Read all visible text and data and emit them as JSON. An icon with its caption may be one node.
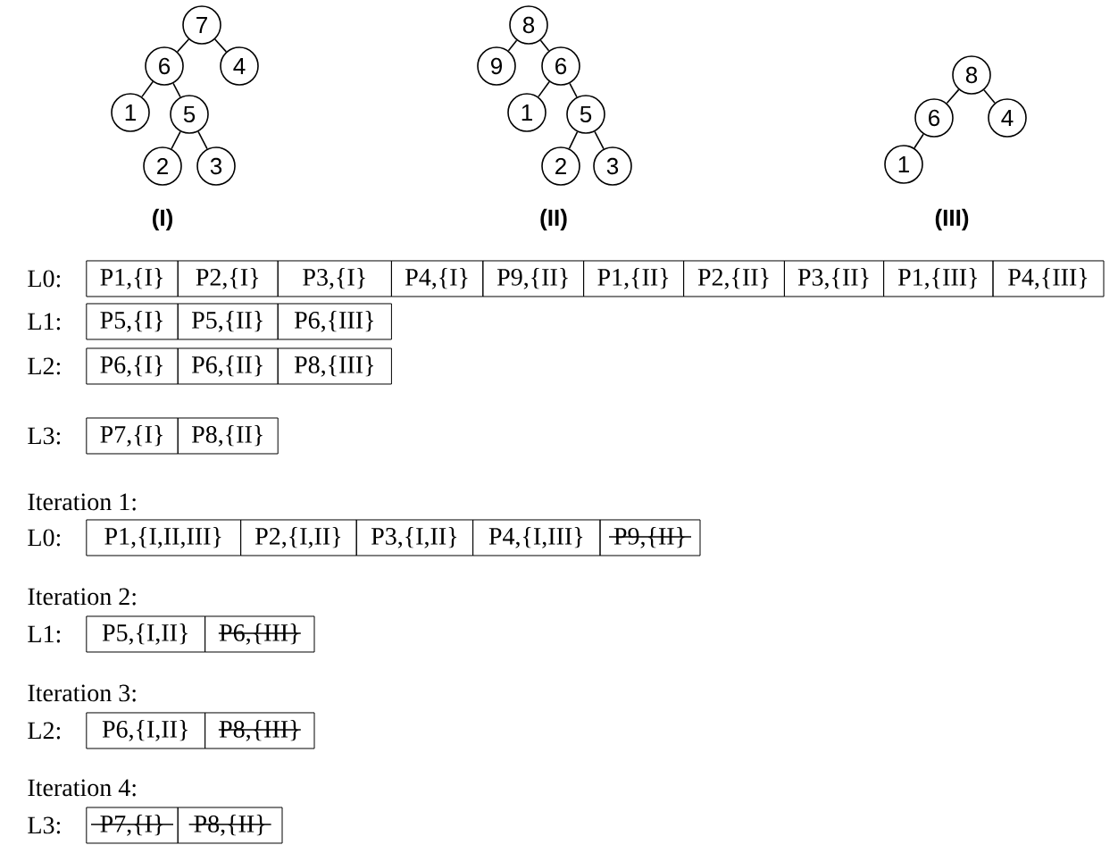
{
  "diagram": {
    "nodes": [
      {
        "text": [
          "7"
        ]
      },
      {
        "text": [
          "6"
        ]
      },
      {
        "text": [
          "4"
        ]
      },
      {
        "text": [
          "1"
        ]
      },
      {
        "text": [
          "5"
        ]
      },
      {
        "text": [
          "2"
        ]
      },
      {
        "text": [
          "3"
        ]
      },
      {
        "text": [
          "8"
        ]
      },
      {
        "text": [
          "9"
        ]
      },
      {
        "text": [
          "6"
        ]
      },
      {
        "text": [
          "1"
        ]
      },
      {
        "text": [
          "5"
        ]
      },
      {
        "text": [
          "2"
        ]
      },
      {
        "text": [
          "3"
        ]
      },
      {
        "text": [
          "8"
        ]
      },
      {
        "text": [
          "6"
        ]
      },
      {
        "text": [
          "4"
        ]
      },
      {
        "text": [
          "1"
        ]
      },
      {
        "text": [
          "P1,{I}"
        ]
      },
      {
        "text": [
          "P2,{I}"
        ]
      },
      {
        "text": [
          "P3,{I}"
        ]
      },
      {
        "text": [
          "P4,{I}"
        ]
      },
      {
        "text": [
          "P9,{II}"
        ]
      },
      {
        "text": [
          "P1,{II}"
        ]
      },
      {
        "text": [
          "P2,{II}"
        ]
      },
      {
        "text": [
          "P3,{II}"
        ]
      },
      {
        "text": [
          "P1,{III}"
        ]
      },
      {
        "text": [
          "P4,{III}"
        ]
      },
      {
        "text": [
          "P5,{I}"
        ]
      },
      {
        "text": [
          "P5,{II}"
        ]
      },
      {
        "text": [
          "P6,{III}"
        ]
      },
      {
        "text": [
          "P6,{I}"
        ]
      },
      {
        "text": [
          "P6,{II}"
        ]
      },
      {
        "text": [
          "P8,{III}"
        ]
      },
      {
        "text": [
          "P7,{I}"
        ]
      },
      {
        "text": [
          "P8,{II}"
        ]
      },
      {
        "text": [
          "P1,{I,II,III}"
        ]
      },
      {
        "text": [
          "P2,{I,II}"
        ]
      },
      {
        "text": [
          "P3,{I,II}"
        ]
      },
      {
        "text": [
          "P4,{I,III}"
        ]
      },
      {
        "text": [
          "P9,{II}"
        ]
      },
      {
        "text": [
          "P5,{I,II}"
        ]
      },
      {
        "text": [
          "P6,{III}"
        ]
      },
      {
        "text": [
          "P6,{I,II}"
        ]
      },
      {
        "text": [
          "P8,{III}"
        ]
      },
      {
        "text": [
          "P7,{I}"
        ]
      },
      {
        "text": [
          "P8,{II}"
        ]
      }
    ],
    "edges": [
      {
        "from": 0,
        "to": 1,
        "arrow": "none"
      },
      {
        "from": 0,
        "to": 2,
        "arrow": "none"
      },
      {
        "from": 1,
        "to": 3,
        "arrow": "none"
      },
      {
        "from": 1,
        "to": 4,
        "arrow": "none"
      },
      {
        "from": 4,
        "to": 5,
        "arrow": "none"
      },
      {
        "from": 4,
        "to": 6,
        "arrow": "none"
      },
      {
        "from": 7,
        "to": 8,
        "arrow": "none"
      },
      {
        "from": 7,
        "to": 9,
        "arrow": "none"
      },
      {
        "from": 9,
        "to": 10,
        "arrow": "none"
      },
      {
        "from": 9,
        "to": 11,
        "arrow": "none"
      },
      {
        "from": 11,
        "to": 12,
        "arrow": "none"
      },
      {
        "from": 11,
        "to": 13,
        "arrow": "none"
      },
      {
        "from": 14,
        "to": 15,
        "arrow": "none"
      },
      {
        "from": 14,
        "to": 16,
        "arrow": "none"
      },
      {
        "from": 15,
        "to": 17,
        "arrow": "none"
      }
    ],
    "labels": [
      "(I)",
      "(II)",
      "(III)",
      "L0:",
      "L1:",
      "L2:",
      "L3:",
      "Iteration 1:",
      "L0:",
      "Iteration 2:",
      "L1:",
      "Iteration 3:",
      "L2:",
      "Iteration 4:",
      "L3:"
    ]
  }
}
